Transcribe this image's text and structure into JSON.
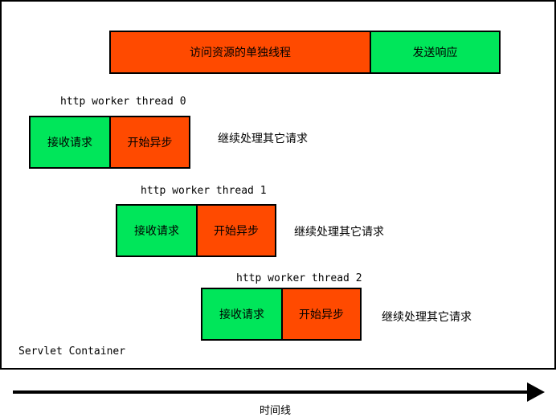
{
  "container_label": "Servlet Container",
  "top_lane": {
    "thread_box": "访问资源的单独线程",
    "response_box": "发送响应"
  },
  "workers": [
    {
      "label": "http worker thread 0",
      "receive": "接收请求",
      "async": "开始异步",
      "continue": "继续处理其它请求"
    },
    {
      "label": "http worker thread 1",
      "receive": "接收请求",
      "async": "开始异步",
      "continue": "继续处理其它请求"
    },
    {
      "label": "http worker thread 2",
      "receive": "接收请求",
      "async": "开始异步",
      "continue": "继续处理其它请求"
    }
  ],
  "timeline_label": "时间线",
  "colors": {
    "green": "#00e65a",
    "red": "#ff4a00",
    "border": "#000000"
  }
}
